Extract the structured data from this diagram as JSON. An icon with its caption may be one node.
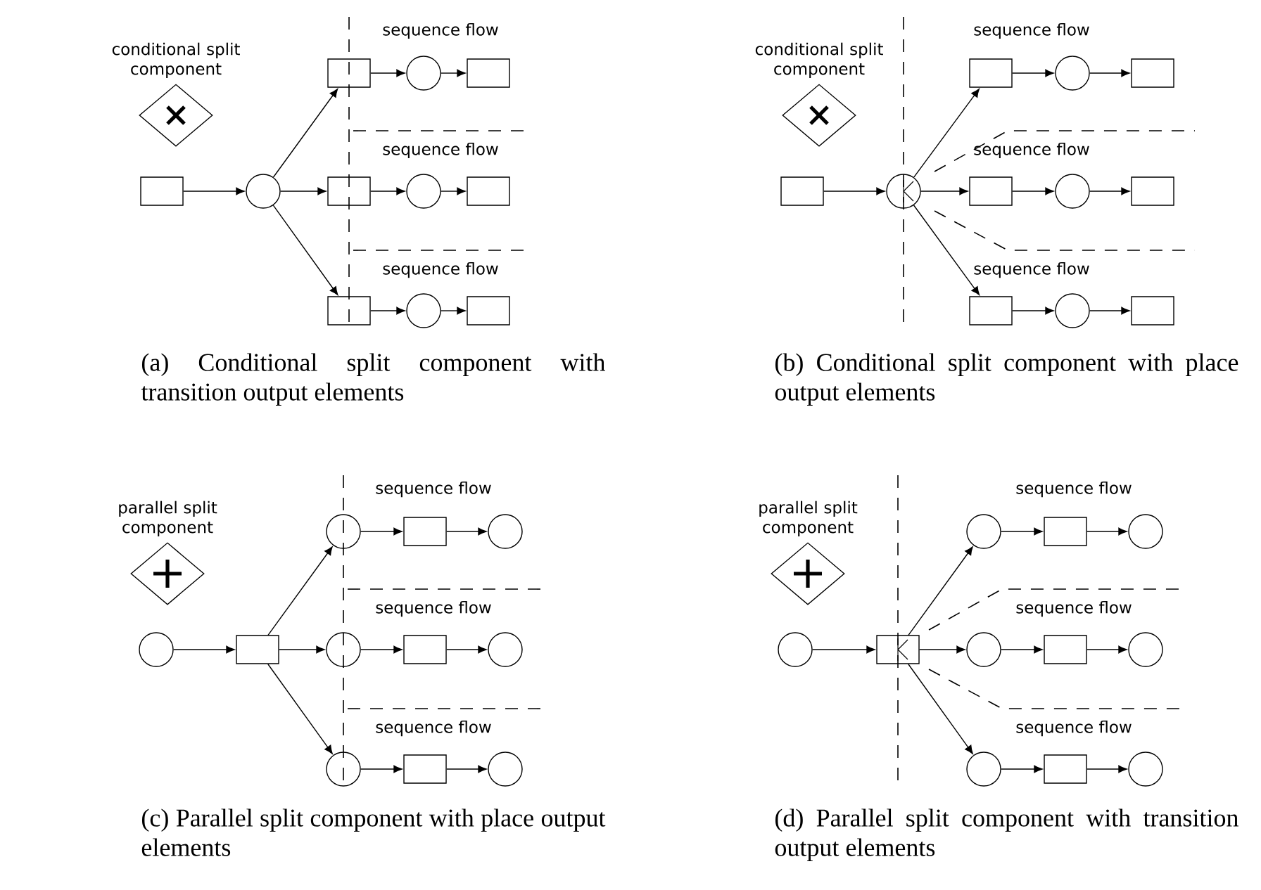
{
  "diagram": {
    "nodes": [
      {
        "text": [
          "conditional split component"
        ]
      },
      {
        "text": [],
        "shape": "box"
      },
      {
        "text": [],
        "shape": "circle"
      },
      {
        "text": [],
        "shape": "box"
      },
      {
        "text": [],
        "shape": "circle"
      },
      {
        "text": [],
        "shape": "box"
      },
      {
        "text": [],
        "shape": "box"
      },
      {
        "text": [],
        "shape": "circle"
      },
      {
        "text": [],
        "shape": "box"
      },
      {
        "text": [],
        "shape": "box"
      },
      {
        "text": [],
        "shape": "circle"
      },
      {
        "text": [],
        "shape": "box"
      },
      {
        "text": [
          "conditional split component"
        ]
      },
      {
        "text": [],
        "shape": "box"
      },
      {
        "text": [],
        "shape": "circle"
      },
      {
        "text": [],
        "shape": "box"
      },
      {
        "text": [],
        "shape": "circle"
      },
      {
        "text": [],
        "shape": "box"
      },
      {
        "text": [],
        "shape": "box"
      },
      {
        "text": [],
        "shape": "circle"
      },
      {
        "text": [],
        "shape": "box"
      },
      {
        "text": [],
        "shape": "box"
      },
      {
        "text": [],
        "shape": "circle"
      },
      {
        "text": [],
        "shape": "box"
      },
      {
        "text": [
          "parallel split component"
        ]
      },
      {
        "text": [],
        "shape": "circle"
      },
      {
        "text": [],
        "shape": "box"
      },
      {
        "text": [],
        "shape": "circle"
      },
      {
        "text": [],
        "shape": "box"
      },
      {
        "text": [],
        "shape": "circle"
      },
      {
        "text": [],
        "shape": "circle"
      },
      {
        "text": [],
        "shape": "box"
      },
      {
        "text": [],
        "shape": "circle"
      },
      {
        "text": [],
        "shape": "circle"
      },
      {
        "text": [],
        "shape": "box"
      },
      {
        "text": [],
        "shape": "circle"
      },
      {
        "text": [
          "parallel split component"
        ]
      },
      {
        "text": [],
        "shape": "circle"
      },
      {
        "text": [],
        "shape": "box"
      },
      {
        "text": [],
        "shape": "circle"
      },
      {
        "text": [],
        "shape": "box"
      },
      {
        "text": [],
        "shape": "circle"
      },
      {
        "text": [],
        "shape": "circle"
      },
      {
        "text": [],
        "shape": "box"
      },
      {
        "text": [],
        "shape": "circle"
      },
      {
        "text": [],
        "shape": "circle"
      },
      {
        "text": [],
        "shape": "box"
      },
      {
        "text": [],
        "shape": "circle"
      }
    ],
    "edges": [
      {
        "from": 1,
        "to": 2,
        "arrow": "to"
      },
      {
        "from": 2,
        "to": 3,
        "arrow": "to"
      },
      {
        "from": 2,
        "to": 6,
        "arrow": "to"
      },
      {
        "from": 2,
        "to": 9,
        "arrow": "to"
      },
      {
        "from": 3,
        "to": 4,
        "arrow": "to"
      },
      {
        "from": 4,
        "to": 5,
        "arrow": "to"
      },
      {
        "from": 6,
        "to": 7,
        "arrow": "to"
      },
      {
        "from": 7,
        "to": 8,
        "arrow": "to"
      },
      {
        "from": 9,
        "to": 10,
        "arrow": "to"
      },
      {
        "from": 10,
        "to": 11,
        "arrow": "to"
      },
      {
        "from": 13,
        "to": 14,
        "arrow": "to"
      },
      {
        "from": 14,
        "to": 15,
        "arrow": "to"
      },
      {
        "from": 14,
        "to": 18,
        "arrow": "to"
      },
      {
        "from": 14,
        "to": 21,
        "arrow": "to"
      },
      {
        "from": 15,
        "to": 16,
        "arrow": "to"
      },
      {
        "from": 16,
        "to": 17,
        "arrow": "to"
      },
      {
        "from": 18,
        "to": 19,
        "arrow": "to"
      },
      {
        "from": 19,
        "to": 20,
        "arrow": "to"
      },
      {
        "from": 21,
        "to": 22,
        "arrow": "to"
      },
      {
        "from": 22,
        "to": 23,
        "arrow": "to"
      },
      {
        "from": 25,
        "to": 26,
        "arrow": "to"
      },
      {
        "from": 26,
        "to": 27,
        "arrow": "to"
      },
      {
        "from": 26,
        "to": 30,
        "arrow": "to"
      },
      {
        "from": 26,
        "to": 33,
        "arrow": "to"
      },
      {
        "from": 27,
        "to": 28,
        "arrow": "to"
      },
      {
        "from": 28,
        "to": 29,
        "arrow": "to"
      },
      {
        "from": 30,
        "to": 31,
        "arrow": "to"
      },
      {
        "from": 31,
        "to": 32,
        "arrow": "to"
      },
      {
        "from": 33,
        "to": 34,
        "arrow": "to"
      },
      {
        "from": 34,
        "to": 35,
        "arrow": "to"
      },
      {
        "from": 37,
        "to": 38,
        "arrow": "to"
      },
      {
        "from": 38,
        "to": 39,
        "arrow": "to"
      },
      {
        "from": 38,
        "to": 42,
        "arrow": "to"
      },
      {
        "from": 38,
        "to": 45,
        "arrow": "to"
      },
      {
        "from": 39,
        "to": 40,
        "arrow": "to"
      },
      {
        "from": 40,
        "to": 41,
        "arrow": "to"
      },
      {
        "from": 42,
        "to": 43,
        "arrow": "to"
      },
      {
        "from": 43,
        "to": 44,
        "arrow": "to"
      },
      {
        "from": 45,
        "to": 46,
        "arrow": "to"
      },
      {
        "from": 46,
        "to": 47,
        "arrow": "to"
      }
    ],
    "labels": [
      "sequence flow",
      "sequence flow",
      "sequence flow",
      "sequence flow",
      "sequence flow",
      "sequence flow",
      "(a) Conditional split component with transition output elements",
      "(b) Conditional split component with place output elements",
      "sequence flow",
      "sequence flow",
      "sequence flow",
      "sequence flow",
      "sequence flow",
      "sequence flow",
      "(c) Parallel split component with place output elements",
      "(d) Parallel split component with transition output elements"
    ]
  }
}
